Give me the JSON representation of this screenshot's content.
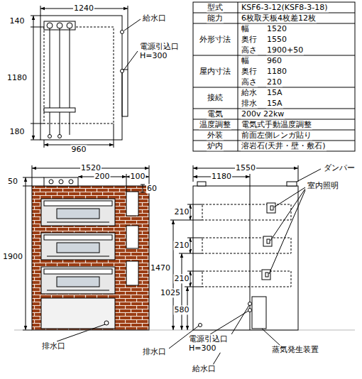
{
  "diagram": {
    "labels": [
      "1240",
      "140",
      "1180",
      "180",
      "960",
      "給水口",
      "電源引込口 H=300",
      "型式",
      "KSF6-3-12(KSF8-3-18)",
      "能力",
      "6枚取天板4枚差12枚",
      "外形寸法",
      "幅",
      "1520",
      "奥行",
      "1550",
      "高さ",
      "1900+50",
      "屋内寸法",
      "幅",
      "960",
      "奥行",
      "1180",
      "高さ",
      "210",
      "接続",
      "給水",
      "15A",
      "排水",
      "15A",
      "電気",
      "200v 22kw",
      "温度調整",
      "電気式手動温度調整",
      "外装",
      "前面左側レンガ貼り",
      "炉内",
      "溶岩石(天井・壁・敷石)",
      "1520",
      "200",
      "100",
      "50",
      "1900",
      "60",
      "排水口",
      "1550",
      "1180",
      "ダンパー",
      "室内照明",
      "210",
      "210",
      "210",
      "1470",
      "1025",
      "580",
      "電源引込口 H=300",
      "排水口",
      "蒸気発生装置",
      "給水口"
    ]
  }
}
